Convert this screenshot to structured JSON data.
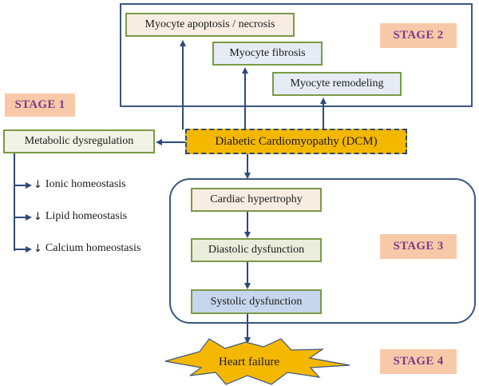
{
  "stages": {
    "s1": "STAGE 1",
    "s2": "STAGE 2",
    "s3": "STAGE 3",
    "s4": "STAGE 4"
  },
  "nodes": {
    "dcm": "Diabetic Cardiomyopathy (DCM)",
    "metabolic": "Metabolic dysregulation",
    "apoptosis": "Myocyte apoptosis / necrosis",
    "fibrosis": "Myocyte fibrosis",
    "remodeling": "Myocyte remodeling",
    "hypertrophy": "Cardiac hypertrophy",
    "diastolic": "Diastolic dysfunction",
    "systolic": "Systolic dysfunction",
    "heart_failure": "Heart failure"
  },
  "metabolic_items": [
    "Ionic homeostasis",
    "Lipid homeostasis",
    "Calcium homeostasis"
  ],
  "down_arrow_glyph": "↓",
  "colors": {
    "frame": "#3a5783",
    "arrow": "#2c4a7a",
    "box_border": "#7a9a45",
    "stage_bg": "#f8c9a8",
    "stage_text": "#7b3a8a",
    "dcm_fill": "#f5b800",
    "heart_failure_fill": "#f5b800"
  }
}
